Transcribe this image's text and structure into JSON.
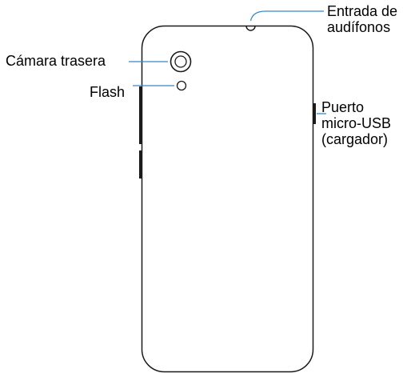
{
  "labels": {
    "rear_camera": "Cámara trasera",
    "flash": "Flash",
    "headphone_jack": [
      "Entrada de",
      "audífonos"
    ],
    "usb_port": [
      "Puerto",
      "micro-USB",
      "(cargador)"
    ]
  },
  "colors": {
    "outline": "#1a1a1a",
    "callout": "#3a88c6",
    "text": "#000000"
  }
}
